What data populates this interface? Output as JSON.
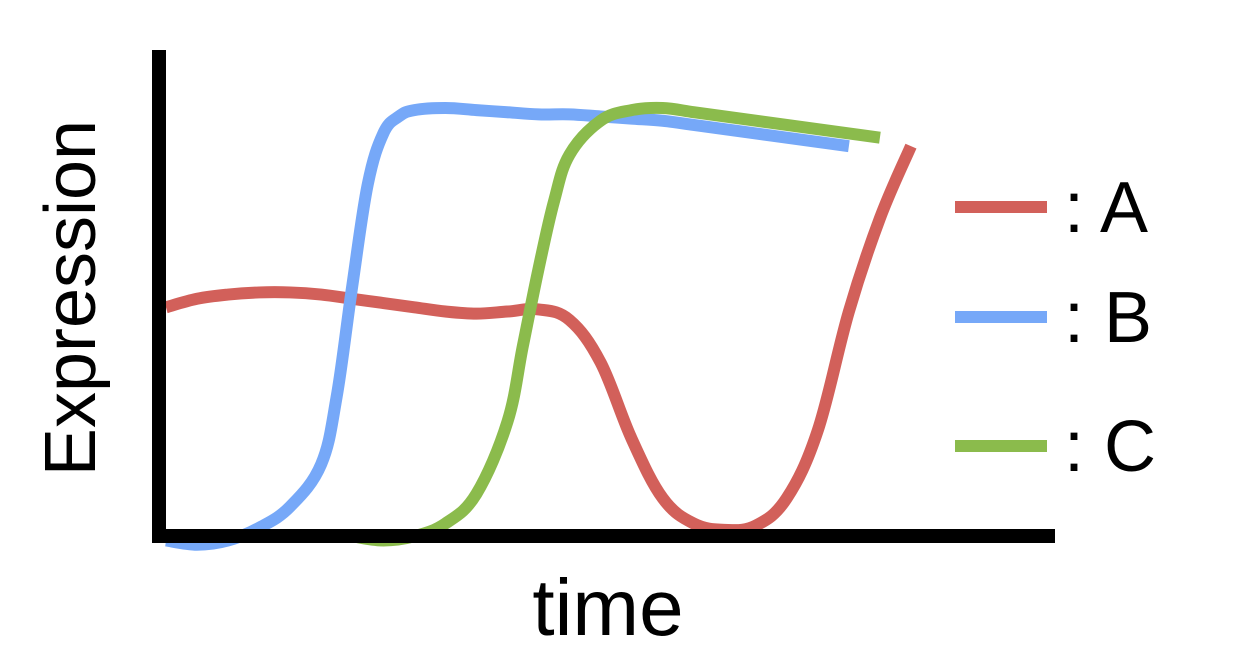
{
  "chart_data": {
    "type": "line",
    "title": "",
    "xlabel": "time",
    "ylabel": "Expression",
    "grid": false,
    "legend_position": "right",
    "xlim": [
      0,
      100
    ],
    "ylim": [
      0,
      100
    ],
    "series": [
      {
        "name": "A",
        "color": "#D2605A",
        "x": [
          0,
          4,
          8,
          12,
          16,
          20,
          24,
          28,
          32,
          36,
          40,
          44,
          48,
          52,
          56,
          60,
          64,
          68,
          72,
          76,
          80,
          84,
          88,
          92,
          96
        ],
        "y": [
          53,
          55,
          56,
          56.5,
          56.5,
          56,
          55,
          54,
          53,
          52,
          51.5,
          52,
          52.5,
          50,
          40,
          22,
          8,
          2,
          0.5,
          1.5,
          8,
          24,
          52,
          74,
          91
        ]
      },
      {
        "name": "B",
        "color": "#76A8F8",
        "x": [
          0,
          4,
          8,
          12,
          16,
          20,
          22,
          24,
          26,
          28,
          30,
          32,
          36,
          40,
          44,
          48,
          52,
          56,
          60,
          64,
          68,
          72,
          76,
          80,
          84,
          88
        ],
        "y": [
          -2,
          -3,
          -2,
          1,
          6,
          16,
          32,
          58,
          82,
          94,
          98,
          99.5,
          100,
          99.5,
          99,
          98.5,
          98.5,
          98,
          97.5,
          97,
          96,
          95,
          94,
          93,
          92,
          91
        ]
      },
      {
        "name": "C",
        "color": "#8BBB4C",
        "x": [
          24,
          28,
          32,
          36,
          40,
          44,
          46,
          48,
          50,
          52,
          56,
          60,
          64,
          68,
          72,
          76,
          80,
          84,
          88,
          92
        ],
        "y": [
          -1,
          -2,
          -1,
          2,
          9,
          26,
          44,
          62,
          78,
          89,
          97,
          99.5,
          100,
          99,
          98,
          97,
          96,
          95,
          94,
          93
        ]
      }
    ],
    "legend": [
      {
        "label": ": A",
        "series": "A"
      },
      {
        "label": ": B",
        "series": "B"
      },
      {
        "label": ": C",
        "series": "C"
      }
    ]
  }
}
